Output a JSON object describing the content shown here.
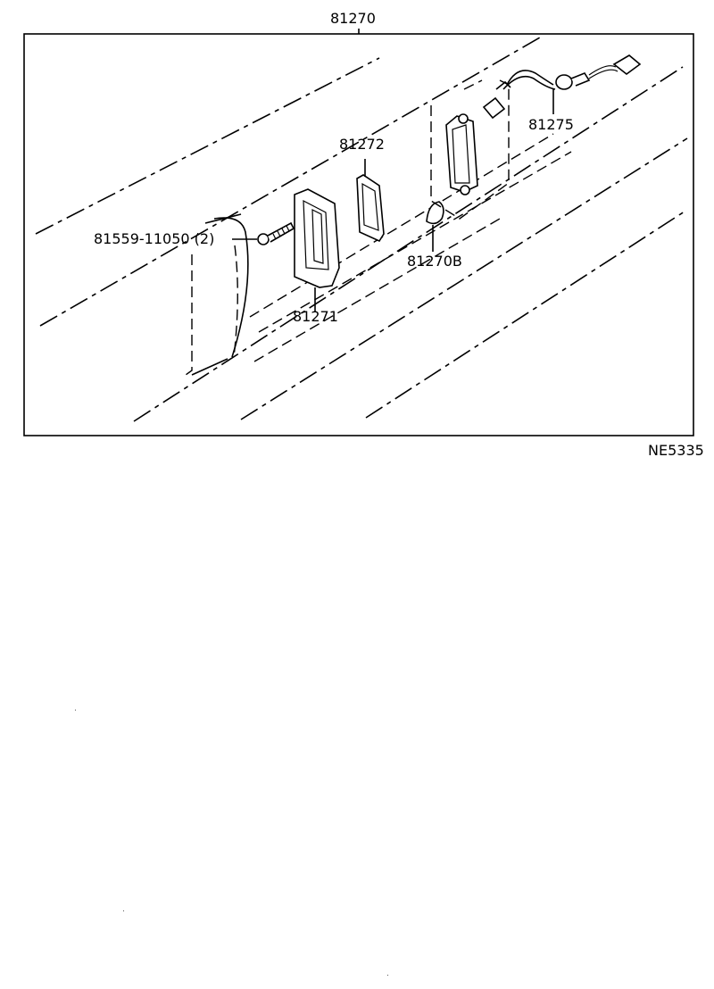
{
  "diagram": {
    "title_part": "81270",
    "figure_code": "NE5335",
    "parts": [
      {
        "number": "81270",
        "name_hint": "license plate lamp assembly"
      },
      {
        "number": "81272",
        "name_hint": "gasket"
      },
      {
        "number": "81271",
        "name_hint": "lens"
      },
      {
        "number": "81559-11050 (2)",
        "name_hint": "screw, qty 2"
      },
      {
        "number": "81270B",
        "name_hint": "bulb"
      },
      {
        "number": "81275",
        "name_hint": "socket & wire"
      }
    ],
    "labels": {
      "assembly": "81270",
      "gasket": "81272",
      "lens": "81271",
      "screw": "81559-11050 (2)",
      "bulb": "81270B",
      "socket_wire": "81275",
      "figure_code": "NE5335"
    },
    "colors": {
      "line": "#000000",
      "background": "#ffffff"
    }
  }
}
